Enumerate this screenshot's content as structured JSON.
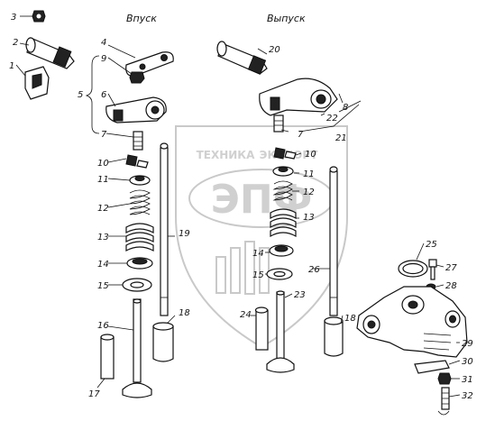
{
  "headers": {
    "intake": "Впуск",
    "exhaust": "Выпуск"
  },
  "watermark": {
    "logo_text": "ЭПФ",
    "line1": "ТЕХНИКА",
    "line2": "ЭКСПОРТ"
  },
  "labels": {
    "p1": "1",
    "p2": "2",
    "p3": "3",
    "p4": "4",
    "p5": "5",
    "p6": "6",
    "p7a": "7",
    "p7b": "7",
    "p8": "8",
    "p9": "9",
    "p10a": "10",
    "p10b": "10",
    "p11a": "11",
    "p11b": "11",
    "p12a": "12",
    "p12b": "12",
    "p13a": "13",
    "p13b": "13",
    "p14a": "14",
    "p14b": "14",
    "p15a": "15",
    "p15b": "15",
    "p16": "16",
    "p17": "17",
    "p18a": "18",
    "p18b": "18",
    "p19": "19",
    "p20": "20",
    "p21": "21",
    "p22": "22",
    "p23": "23",
    "p24": "24",
    "p25": "25",
    "p26": "26",
    "p27": "27",
    "p28": "28",
    "p29": "29",
    "p30": "30",
    "p31": "31",
    "p32": "32"
  }
}
